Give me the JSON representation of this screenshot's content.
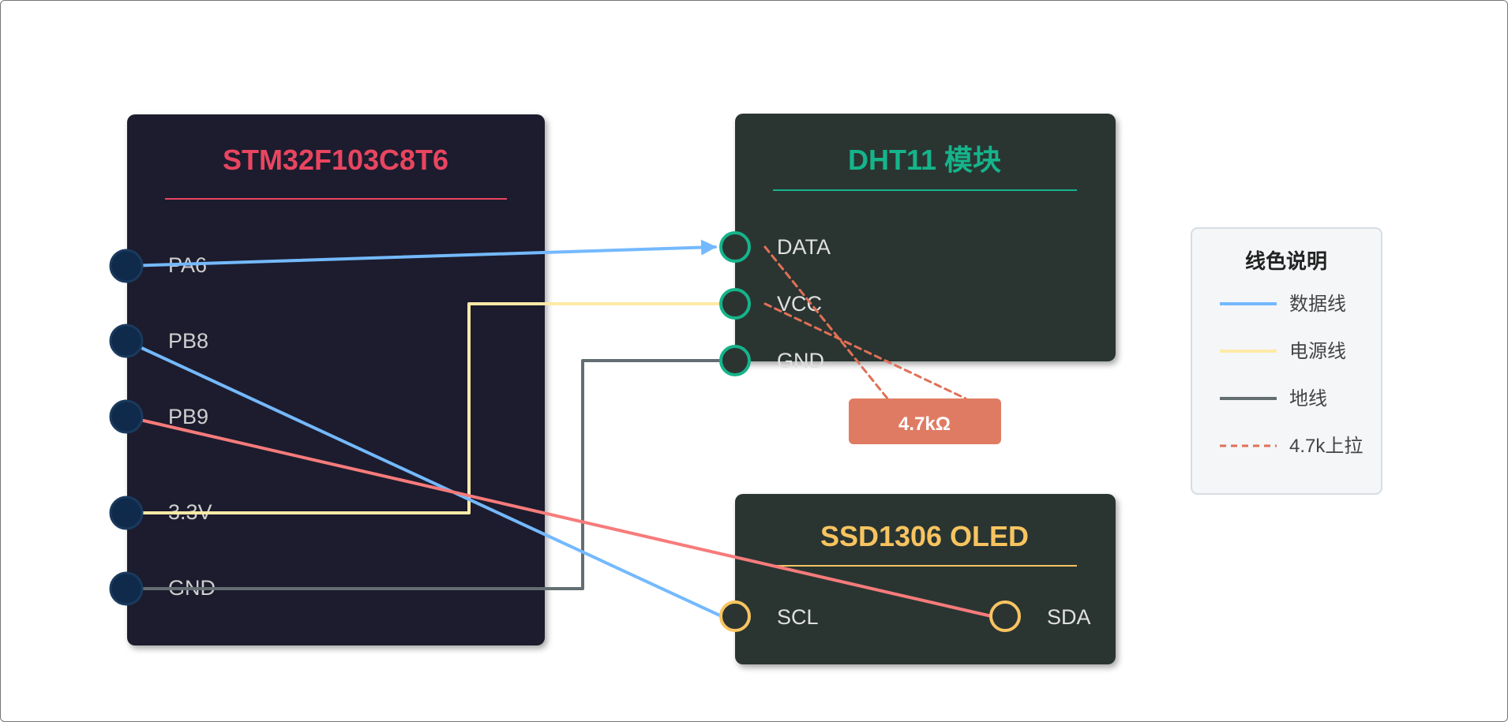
{
  "modules": {
    "mcu": {
      "title": "STM32F103C8T6",
      "title_color": "#e94560",
      "bg": "#1c1b2e",
      "pins": [
        "PA6",
        "PB8",
        "PB9",
        "3.3V",
        "GND"
      ]
    },
    "dht11": {
      "title": "DHT11 模块",
      "title_color": "#15b48a",
      "bg": "#2c3432",
      "pins": [
        "DATA",
        "VCC",
        "GND"
      ]
    },
    "oled": {
      "title": "SSD1306 OLED",
      "title_color": "#f8c460",
      "bg": "#2c3432",
      "pins": [
        "SCL",
        "SDA"
      ]
    }
  },
  "resistor": {
    "label": "4.7kΩ",
    "color": "#e07b63"
  },
  "legend": {
    "title": "线色说明",
    "items": [
      {
        "label": "数据线",
        "color": "#74b9ff",
        "style": "solid"
      },
      {
        "label": "电源线",
        "color": "#ffeaa7",
        "style": "solid"
      },
      {
        "label": "地线",
        "color": "#636e72",
        "style": "solid"
      },
      {
        "label": "4.7k上拉",
        "color": "#e17055",
        "style": "dashed"
      }
    ]
  },
  "wire_colors": {
    "data": "#74b9ff",
    "power": "#ffeaa7",
    "ground": "#636e72",
    "i2c_sda": "#f77b7b",
    "pullup": "#e17055"
  }
}
